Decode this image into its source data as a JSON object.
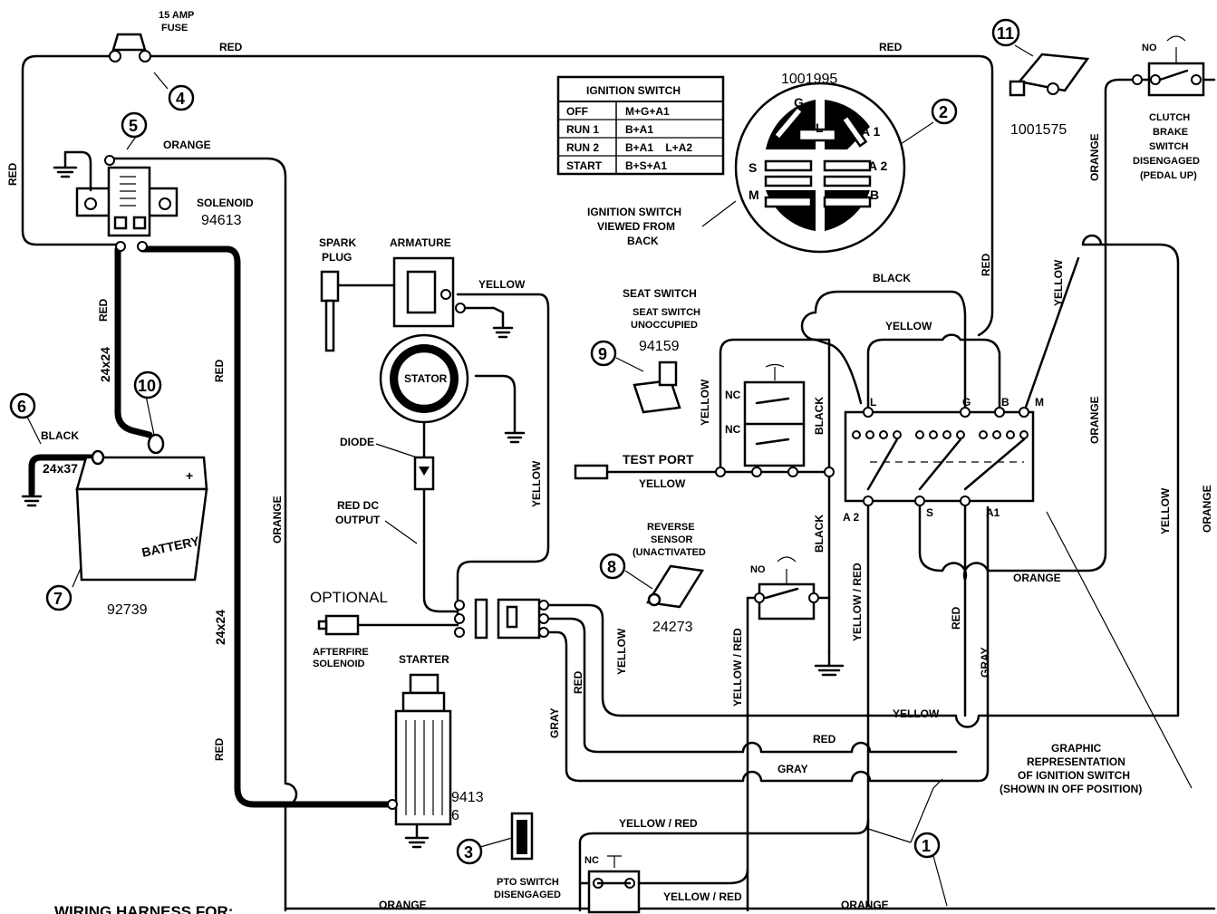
{
  "components": {
    "fuse": "15 AMP\nFUSE",
    "solenoid": "SOLENOID",
    "solenoid_part": "94613",
    "battery_part": "92739",
    "battery_text": "BATTERY",
    "battery_plus": "+",
    "spark_plug": "SPARK\nPLUG",
    "armature": "ARMATURE",
    "stator": "STATOR",
    "diode": "DIODE",
    "red_dc_output": "RED DC\nOUTPUT",
    "optional": "OPTIONAL",
    "afterfire": "AFTERFIRE\nSOLENOID",
    "starter": "STARTER",
    "starter_part": "9413\n6",
    "pto_switch": "PTO SWITCH\nDISENGAGED",
    "seat_switch_title": "SEAT SWITCH",
    "seat_switch_sub": "SEAT SWITCH\nUNOCCUPIED",
    "seat_switch_part": "94159",
    "test_port": "TEST PORT",
    "reverse_sensor": "REVERSE\nSENSOR\n(UNACTIVATED",
    "reverse_part": "24273",
    "ignition_part": "1001995",
    "ignition_back": "IGNITION SWITCH\nVIEWED FROM\nBACK",
    "item11_part": "1001575",
    "clutch_brake": "CLUTCH\nBRAKE\nSWITCH\nDISENGAGED\n(PEDAL UP)",
    "graphic_rep": "GRAPHIC\nREPRESENTATION\nOF IGNITION SWITCH\n(SHOWN IN OFF POSITION)",
    "footer": "WIRING HARNESS FOR:",
    "no": "NO",
    "nc": "NC"
  },
  "wire_labels": {
    "red": "RED",
    "orange": "ORANGE",
    "yellow": "YELLOW",
    "black": "BLACK",
    "gray": "GRAY",
    "yellow_red": "YELLOW / RED",
    "size_24x24": "24x24",
    "size_24x37": "24x37"
  },
  "ignition_table": {
    "title": "IGNITION SWITCH",
    "rows": [
      {
        "pos": "OFF",
        "conn": "M+G+A1"
      },
      {
        "pos": "RUN 1",
        "conn": "B+A1"
      },
      {
        "pos": "RUN 2",
        "conn": "B+A1    L+A2"
      },
      {
        "pos": "START",
        "conn": "B+S+A1"
      }
    ]
  },
  "terminals": {
    "G": "G",
    "L": "L",
    "A1": "A 1",
    "A2": "A 2",
    "S": "S",
    "M": "M",
    "B": "B",
    "box_L": "L",
    "box_G": "G",
    "box_B": "B",
    "box_M": "M",
    "box_A2": "A 2",
    "box_S": "S",
    "box_A1": "A1"
  },
  "callouts": [
    "1",
    "2",
    "3",
    "4",
    "5",
    "6",
    "7",
    "8",
    "9",
    "10",
    "11"
  ]
}
